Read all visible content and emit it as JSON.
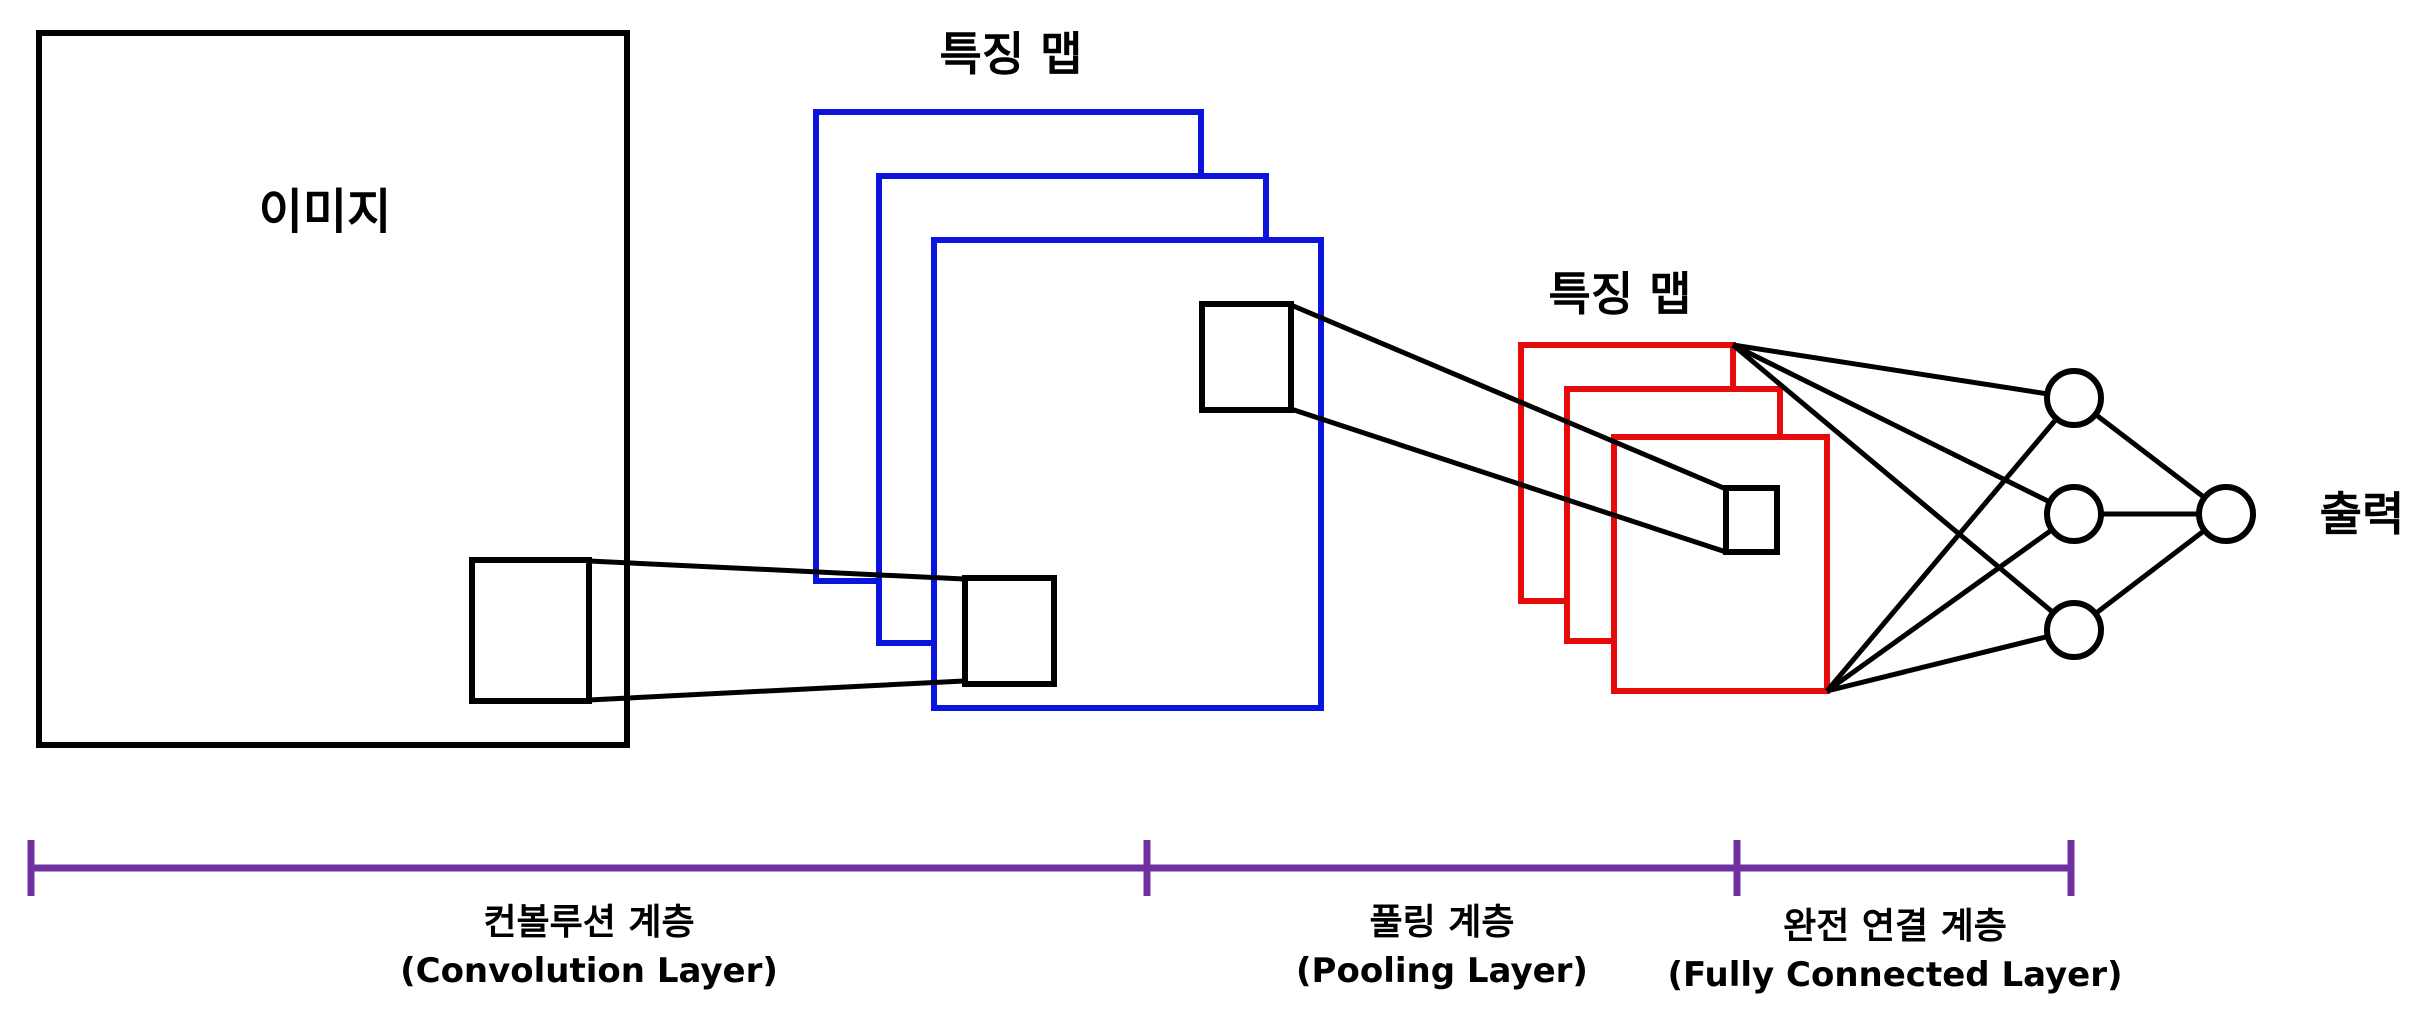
{
  "labels": {
    "image": "이미지",
    "feature_map_1": "특징 맵",
    "feature_map_2": "특징 맵",
    "output": "출력"
  },
  "stages": [
    {
      "name_ko": "컨볼루션 계층",
      "name_en": "(Convolution Layer)"
    },
    {
      "name_ko": "풀링 계층",
      "name_en": "(Pooling Layer)"
    },
    {
      "name_ko": "완전 연결 계층",
      "name_en": "(Fully Connected Layer)"
    }
  ],
  "colors": {
    "outline": "#000000",
    "conv_maps": "#0a14dc",
    "pool_maps": "#e60a0a",
    "timeline": "#7030a0"
  },
  "network": {
    "hidden_neurons": 3,
    "output_neurons": 1
  }
}
